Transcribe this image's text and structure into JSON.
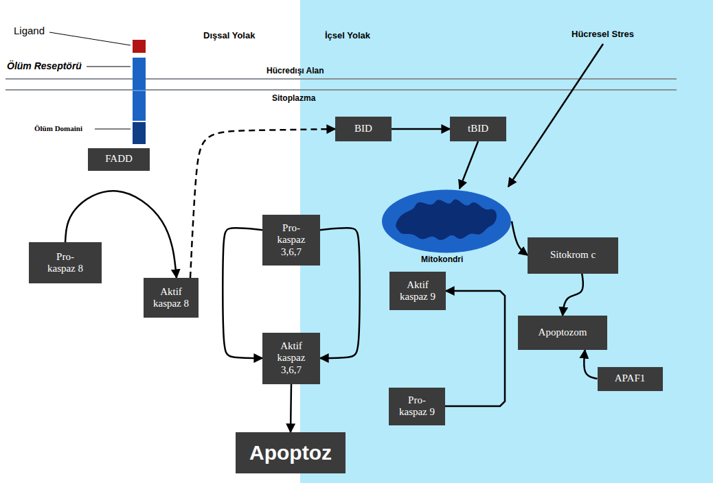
{
  "diagram": {
    "nodes": [
      {
        "text": [
          "FADD"
        ]
      },
      {
        "text": [
          "BID"
        ]
      },
      {
        "text": [
          "tBID"
        ]
      },
      {
        "text": [
          "Mitokondri"
        ]
      },
      {
        "text": [
          "Pro- kaspaz 8"
        ]
      },
      {
        "text": [
          "Pro- kaspaz 3,6,7"
        ]
      },
      {
        "text": [
          "Sitokrom c"
        ]
      },
      {
        "text": [
          "Aktif kaspaz 8"
        ]
      },
      {
        "text": [
          "Aktif kaspaz 9"
        ]
      },
      {
        "text": [
          "Apoptozom"
        ]
      },
      {
        "text": [
          "Aktif kaspaz 3,6,7"
        ]
      },
      {
        "text": [
          "Pro- kaspaz 9"
        ]
      },
      {
        "text": [
          "APAF1"
        ]
      },
      {
        "text": [
          "Apoptoz"
        ]
      }
    ],
    "edges": [
      {
        "from": 4,
        "to": 7,
        "arrow": "to"
      },
      {
        "from": 7,
        "to": 1,
        "arrow": "to"
      },
      {
        "from": 1,
        "to": 2,
        "arrow": "to"
      },
      {
        "from": 2,
        "to": 3,
        "arrow": "to"
      },
      {
        "from": 3,
        "to": 6,
        "arrow": "to"
      },
      {
        "from": 6,
        "to": 9,
        "arrow": "to"
      },
      {
        "from": 12,
        "to": 9,
        "arrow": "to"
      },
      {
        "from": 11,
        "to": 8,
        "arrow": "to"
      },
      {
        "from": 5,
        "to": 10,
        "arrow": "to"
      },
      {
        "from": 5,
        "to": 10,
        "arrow": "to"
      },
      {
        "from": 10,
        "to": 13,
        "arrow": "to"
      }
    ],
    "labels": [
      "Ligand",
      "Ölüm Reseptörü",
      "Ölüm Domaini",
      "Dışsal Yolak",
      "İçsel Yolak",
      "Hücresel Stres",
      "Hücredışı Alan",
      "Sitoplazma"
    ]
  }
}
